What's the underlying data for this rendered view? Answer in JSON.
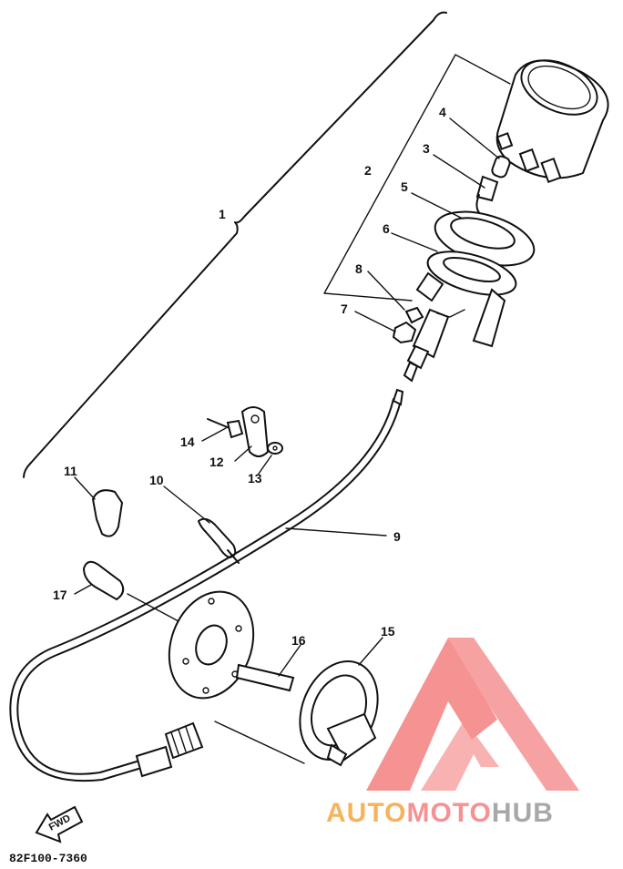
{
  "diagram": {
    "part_code": "82F100-7360",
    "forward_arrow_label": "FWD",
    "callouts": [
      {
        "id": "c1",
        "label": "1"
      },
      {
        "id": "c2",
        "label": "2"
      },
      {
        "id": "c3",
        "label": "3"
      },
      {
        "id": "c4",
        "label": "4"
      },
      {
        "id": "c5",
        "label": "5"
      },
      {
        "id": "c6",
        "label": "6"
      },
      {
        "id": "c7",
        "label": "7"
      },
      {
        "id": "c8",
        "label": "8"
      },
      {
        "id": "c9",
        "label": "9"
      },
      {
        "id": "c10",
        "label": "10"
      },
      {
        "id": "c11",
        "label": "11"
      },
      {
        "id": "c12",
        "label": "12"
      },
      {
        "id": "c13",
        "label": "13"
      },
      {
        "id": "c14",
        "label": "14"
      },
      {
        "id": "c15",
        "label": "15"
      },
      {
        "id": "c16",
        "label": "16"
      },
      {
        "id": "c17",
        "label": "17"
      }
    ]
  },
  "watermark": {
    "word_part_1": "AUTO",
    "word_part_2": "MOTO",
    "word_part_3": "HUB",
    "colors": {
      "accent": "#f47f7f",
      "orange": "#f4a640",
      "gray": "#b0b0b0"
    }
  }
}
